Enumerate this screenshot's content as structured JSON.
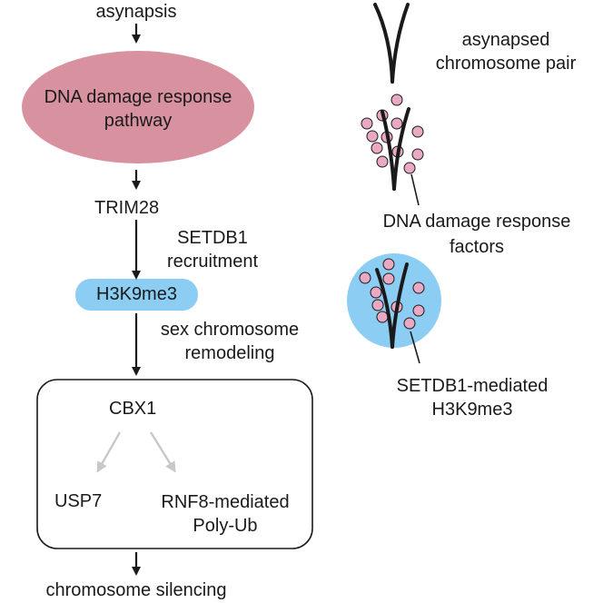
{
  "pathway": {
    "asynapsis": "asynapsis",
    "ddr_pathway": [
      "DNA damage response",
      "pathway"
    ],
    "trim28": "TRIM28",
    "setdb1_recruitment": [
      "SETDB1",
      "recruitment"
    ],
    "h3k9me3": "H3K9me3",
    "sex_chromosome_remodeling": [
      "sex chromosome",
      "remodeling"
    ],
    "cbx1": "CBX1",
    "usp7": "USP7",
    "rnf8": [
      "RNF8-mediated",
      "Poly-Ub"
    ],
    "chromosome_silencing": "chromosome silencing"
  },
  "schematic": {
    "asynapsed_pair": [
      "asynapsed",
      "chromosome pair"
    ],
    "ddr_factors": [
      "DNA damage response",
      "factors"
    ],
    "setdb1_h3k9me3": [
      "SETDB1-mediated",
      "H3K9me3"
    ]
  },
  "colors": {
    "ellipse_pink": "#d8929f",
    "h3k9me3_blue": "#8ccdf4",
    "factor_dot": "#e9a9c2",
    "grey_arrow": "#c8c8c8",
    "ink": "#1a1a1a"
  }
}
